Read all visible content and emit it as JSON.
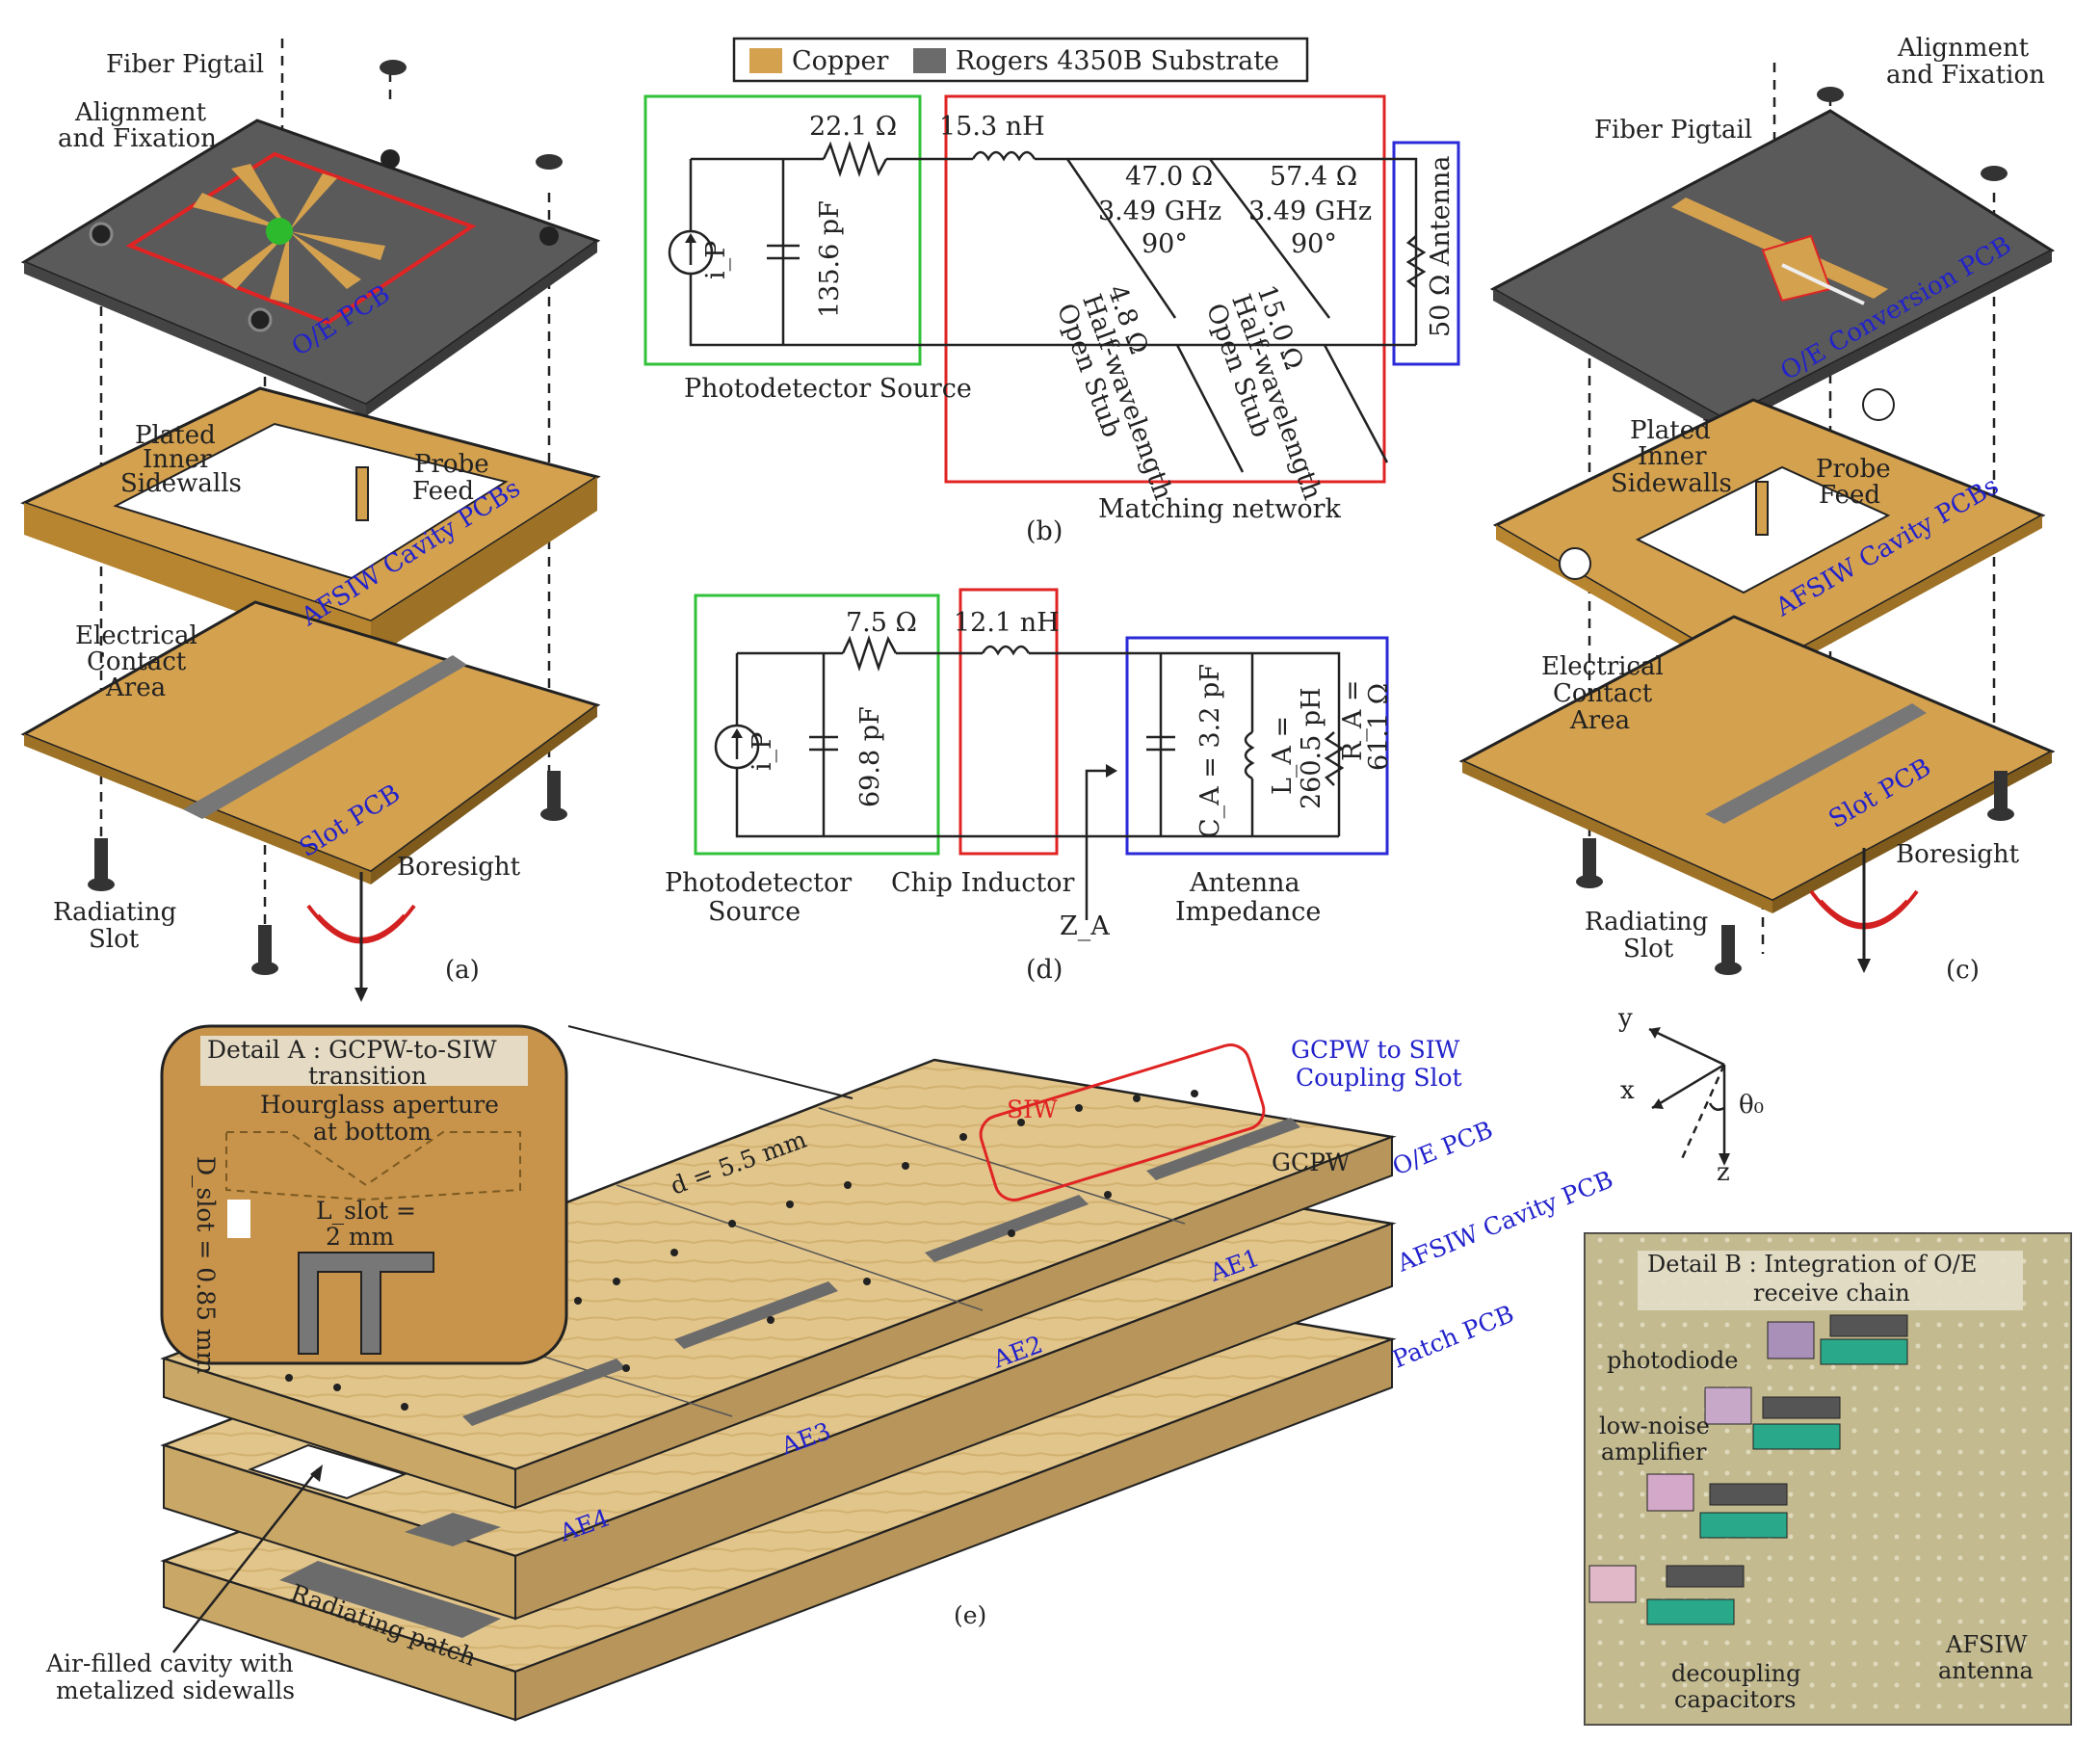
{
  "legend": {
    "copper": "Copper",
    "substrate": "Rogers 4350B Substrate"
  },
  "colors": {
    "copper": "#d4a14f",
    "copper_dark": "#b7852f",
    "substrate": "#6b6b6b",
    "board_top": "#5a5a5a",
    "wood": "#e2c58a",
    "wood_side": "#c9a766",
    "green_box": "#31c23a",
    "red_box": "#e02424",
    "blue_box": "#2a2ad8",
    "blue_text": "#2222cc",
    "boresight": "#d32020"
  },
  "panel_a": {
    "caption": "(a)",
    "fiber_pigtail": "Fiber Pigtail",
    "alignment": [
      "Alignment",
      "and Fixation"
    ],
    "oe_pcb": "O/E PCB",
    "plated": [
      "Plated",
      "Inner",
      "Sidewalls"
    ],
    "probe": [
      "Probe",
      "Feed"
    ],
    "cavity_pcbs": "AFSIW Cavity PCBs",
    "electrical": [
      "Electrical",
      "Contact",
      "Area"
    ],
    "slot_pcb": "Slot PCB",
    "boresight": "Boresight",
    "radiating": [
      "Radiating",
      "Slot"
    ]
  },
  "panel_b": {
    "caption": "(b)",
    "r_source": "22.1 Ω",
    "l_series": "15.3 nH",
    "c_source": "135.6 pF",
    "ip": "i_P",
    "stub1": [
      "47.0 Ω",
      "3.49 GHz",
      "90°"
    ],
    "stub2": [
      "57.4 Ω",
      "3.49 GHz",
      "90°"
    ],
    "open_stub1": [
      "4.8 Ω",
      "Half-wavelength",
      "Open Stub"
    ],
    "open_stub2": [
      "15.0 Ω",
      "Half-wavelength",
      "Open Stub"
    ],
    "antenna": "50 Ω Antenna",
    "pd_source": "Photodetector Source",
    "matching": "Matching network"
  },
  "panel_c": {
    "caption": "(c)",
    "alignment": [
      "Alignment",
      "and Fixation"
    ],
    "fiber_pigtail": "Fiber Pigtail",
    "oe_conv": "O/E Conversion PCB",
    "plated": [
      "Plated",
      "Inner",
      "Sidewalls"
    ],
    "probe": [
      "Probe",
      "Feed"
    ],
    "cavity_pcbs": "AFSIW Cavity PCBs",
    "electrical": [
      "Electrical",
      "Contact",
      "Area"
    ],
    "slot_pcb": "Slot PCB",
    "boresight": "Boresight",
    "radiating": [
      "Radiating",
      "Slot"
    ]
  },
  "panel_d": {
    "caption": "(d)",
    "r_source": "7.5 Ω",
    "l_chip": "12.1 nH",
    "c_source": "69.8 pF",
    "ip": "i_P",
    "ca": "C_A = 3.2 pF",
    "la": [
      "L_A =",
      "260.5 pH"
    ],
    "ra": [
      "R_A =",
      "61.1 Ω"
    ],
    "za": "Z_A",
    "pd_source": [
      "Photodetector",
      "Source"
    ],
    "chip_inductor": "Chip Inductor",
    "antenna_imp": [
      "Antenna",
      "Impedance"
    ]
  },
  "panel_e": {
    "caption": "(e)",
    "detail_a": [
      "Detail A : GCPW-to-SIW",
      "transition"
    ],
    "hourglass": [
      "Hourglass aperture",
      "at bottom"
    ],
    "dslot": "D_slot = 0.85 mm",
    "lslot": [
      "L_slot =",
      "2 mm"
    ],
    "gcpw_siw": [
      "GCPW to SIW",
      "Coupling Slot"
    ],
    "siw": "SIW",
    "gcpw": "GCPW",
    "dim": "d = 5.5 mm",
    "oe_pcb": "O/E PCB",
    "cavity_pcb": "AFSIW Cavity PCB",
    "patch_pcb": "Patch PCB",
    "ae": [
      "AE1",
      "AE2",
      "AE3",
      "AE4"
    ],
    "radiating_patch": "Radiating patch",
    "air_filled": [
      "Air-filled cavity with",
      "metalized sidewalls"
    ]
  },
  "axes": {
    "y": "y",
    "x": "x",
    "z": "z",
    "theta": "θ₀"
  },
  "detail_b": {
    "title": [
      "Detail B : Integration of O/E",
      "receive chain"
    ],
    "photodiode": "photodiode",
    "lna": [
      "low-noise",
      "amplifier"
    ],
    "decoupling": [
      "decoupling",
      "capacitors"
    ],
    "afsiw": [
      "AFSIW",
      "antenna"
    ]
  }
}
